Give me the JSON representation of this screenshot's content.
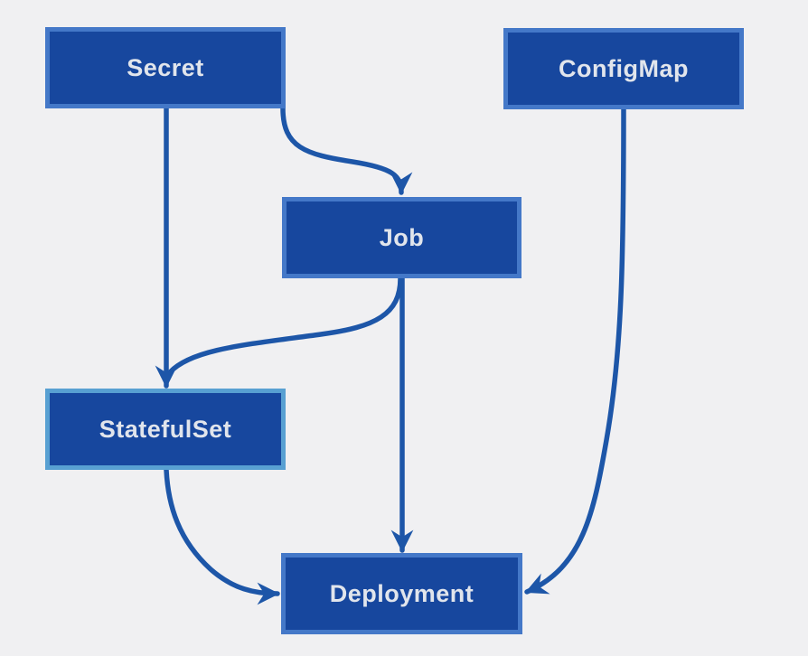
{
  "diagram": {
    "kind": "kubernetes-resource-flowchart",
    "nodes": [
      {
        "id": "secret",
        "label": "Secret"
      },
      {
        "id": "configmap",
        "label": "ConfigMap"
      },
      {
        "id": "job",
        "label": "Job"
      },
      {
        "id": "statefulset",
        "label": "StatefulSet"
      },
      {
        "id": "deployment",
        "label": "Deployment"
      }
    ],
    "edges": [
      {
        "from": "secret",
        "to": "job"
      },
      {
        "from": "secret",
        "to": "statefulset"
      },
      {
        "from": "job",
        "to": "statefulset"
      },
      {
        "from": "job",
        "to": "deployment"
      },
      {
        "from": "statefulset",
        "to": "deployment"
      },
      {
        "from": "configmap",
        "to": "deployment"
      }
    ],
    "colors": {
      "background": "#f0f0f2",
      "node_fill": "#17479e",
      "node_border": "#4478c8",
      "statefulset_border": "#58a0d2",
      "edge_stroke": "#1d56a8",
      "label_text": "#e1e5ec"
    }
  }
}
